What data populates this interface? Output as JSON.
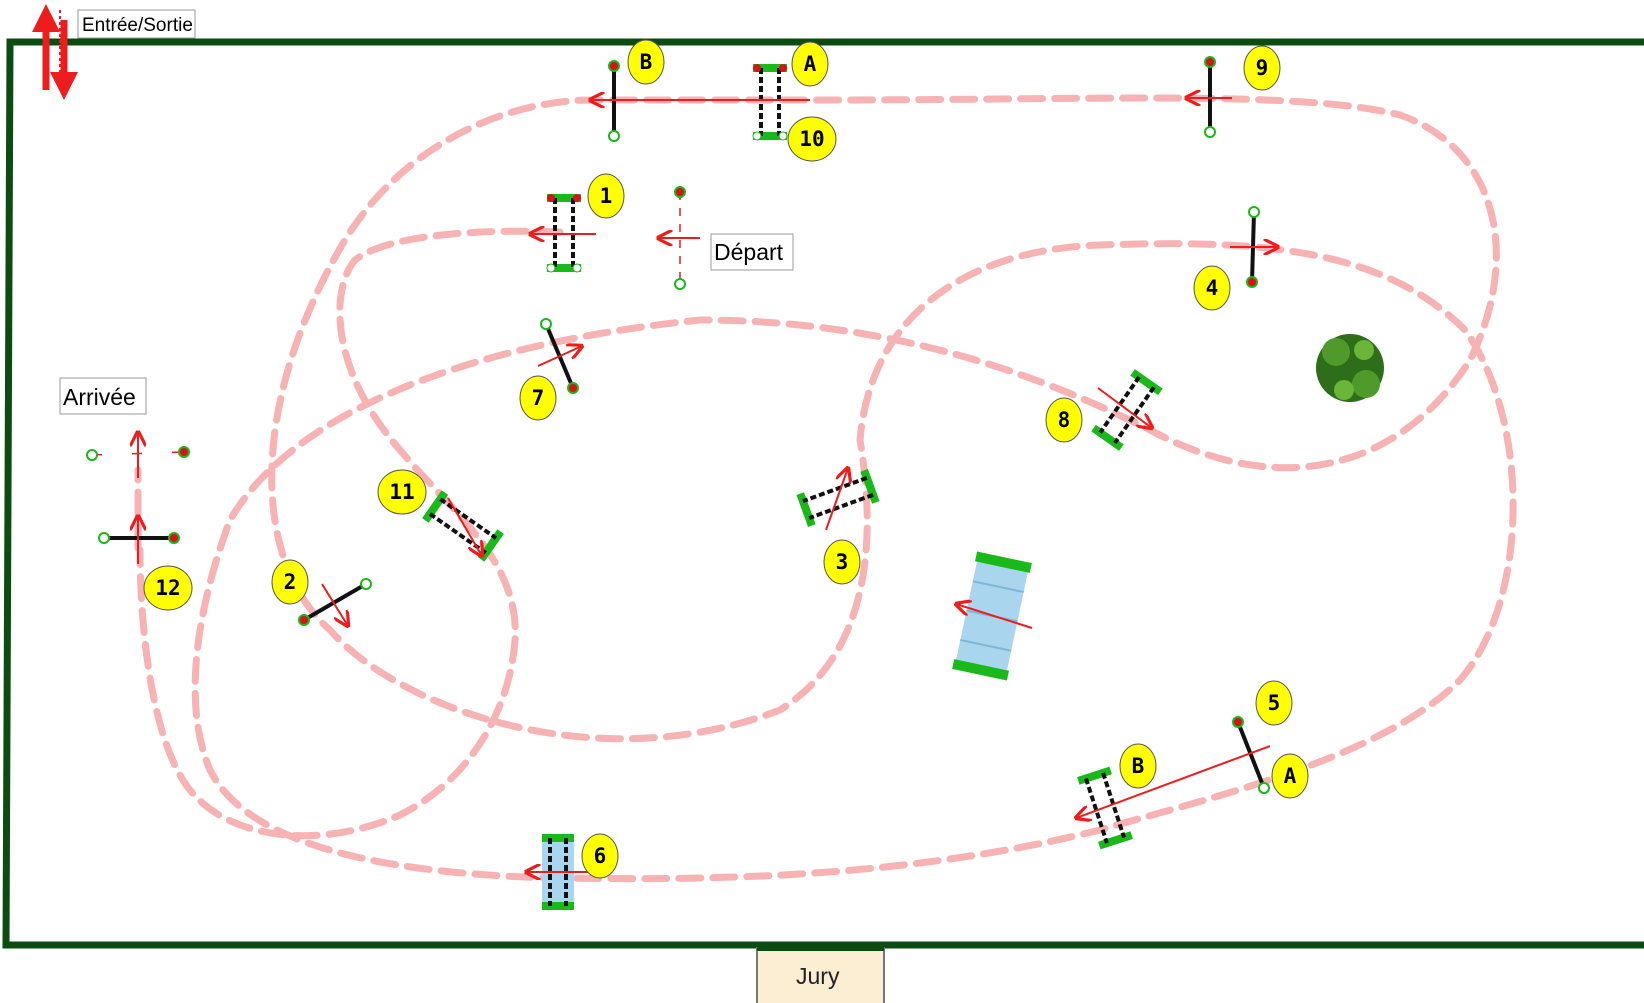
{
  "labels": {
    "entry": "Entrée/Sortie",
    "start": "Départ",
    "finish": "Arrivée",
    "jury": "Jury"
  },
  "jumps": [
    {
      "id": "B-top",
      "text": "B"
    },
    {
      "id": "A-top",
      "text": "A"
    },
    {
      "id": "10",
      "text": "10"
    },
    {
      "id": "9",
      "text": "9"
    },
    {
      "id": "1",
      "text": "1"
    },
    {
      "id": "4",
      "text": "4"
    },
    {
      "id": "7",
      "text": "7"
    },
    {
      "id": "8",
      "text": "8"
    },
    {
      "id": "11",
      "text": "11"
    },
    {
      "id": "2",
      "text": "2"
    },
    {
      "id": "3",
      "text": "3"
    },
    {
      "id": "12",
      "text": "12"
    },
    {
      "id": "5",
      "text": "5"
    },
    {
      "id": "B-bot",
      "text": "B"
    },
    {
      "id": "A-bot",
      "text": "A"
    },
    {
      "id": "6",
      "text": "6"
    }
  ],
  "colors": {
    "arena_border": "#0b4d10",
    "track": "#f7b3b3",
    "arrow": "#ee1c1c",
    "marker_fill": "#ffff00",
    "rail": "#111111",
    "stand_green": "#18b918",
    "stand_red": "#d41515",
    "water": "#a9d5ee",
    "jury_box": "#fbeed3",
    "tree": "#2e6e1a"
  }
}
